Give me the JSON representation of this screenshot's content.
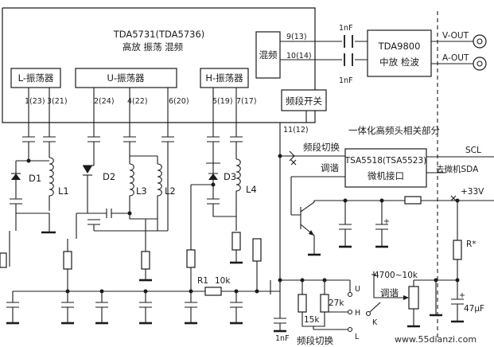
{
  "title_ic": "TDA5731(TDA5736)",
  "title_ic_func": "高放  振荡  混频",
  "osc": {
    "l": "L-振荡器",
    "u": "U-振荡器",
    "h": "H-振荡器"
  },
  "mixer": "混频",
  "band_switch_box": "频段开关",
  "pins": {
    "p1": "1(23)",
    "p3": "3(21)",
    "p2": "2(24)",
    "p4": "4(22)",
    "p6": "6(20)",
    "p5": "5(19)",
    "p7": "7(17)",
    "p9": "9(13)",
    "p10": "10(14)",
    "p11": "11(12)"
  },
  "cap_1nf_a": "1nF",
  "cap_1nf_b": "1nF",
  "cap_1nf_c": "1nF",
  "tda9800": "TDA9800",
  "tda9800_func": "中放  检波",
  "v_out": "V-OUT",
  "a_out": "A-OUT",
  "tuner_group": "一体化高频头相关部分",
  "band_switch_label": "频段切换",
  "tuning": "调谐",
  "tsa": "TSA5518(TSA5523)",
  "tsa_func": "微机接口",
  "scl": "SCL",
  "sda": "去微机SDA",
  "v33": "+33V",
  "diodes": {
    "d1": "D1",
    "d2": "D2",
    "d3": "D3"
  },
  "inductors": {
    "l1": "L1",
    "l2": "L2",
    "l3": "L3",
    "l4": "L4"
  },
  "r1": "R1",
  "r1_val": "10k",
  "rstar": "R*",
  "pot": "4700~10k",
  "tuning_bottom": "调谐",
  "cap_47": "47μF",
  "r_27k": "27k",
  "r_15k": "15k",
  "sw_u": "U",
  "sw_h": "H",
  "sw_l": "L",
  "sw_k": "K",
  "band_switch_bottom": "频段切换",
  "watermark": "www.55dianzi.com"
}
